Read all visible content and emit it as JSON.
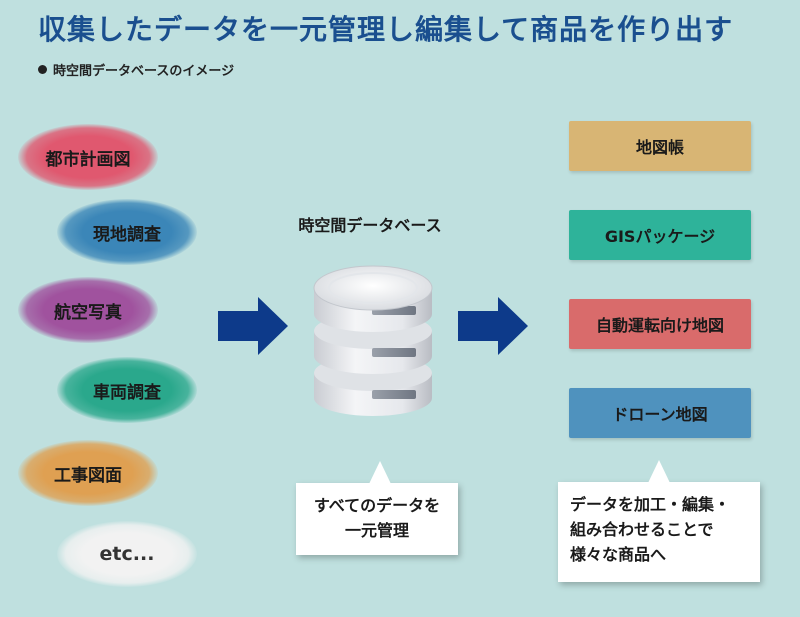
{
  "title": "収集したデータを一元管理し編集して商品を作り出す",
  "subtitle": "時空間データベースのイメージ",
  "sources": [
    {
      "label": "都市計画図",
      "color": "#e0586f"
    },
    {
      "label": "現地調査",
      "color": "#3b86b8"
    },
    {
      "label": "航空写真",
      "color": "#a0529e"
    },
    {
      "label": "車両調査",
      "color": "#2aa88c"
    },
    {
      "label": "工事図面",
      "color": "#dfa052"
    },
    {
      "label": "etc...",
      "color": "#f2f2f2"
    }
  ],
  "database": {
    "label": "時空間データベース"
  },
  "products": [
    {
      "label": "地図帳",
      "color": "#d8b574"
    },
    {
      "label": "GISパッケージ",
      "color": "#2eb39a"
    },
    {
      "label": "自動運転向け地図",
      "color": "#d96b6b"
    },
    {
      "label": "ドローン地図",
      "color": "#4f92be"
    }
  ],
  "callouts": {
    "center": [
      "すべてのデータを",
      "一元管理"
    ],
    "right": [
      "データを加工・編集・",
      "組み合わせることで",
      "様々な商品へ"
    ]
  },
  "colors": {
    "background": "#bfe0df",
    "title": "#1a4f8f",
    "arrow": "#0d3a8a"
  }
}
